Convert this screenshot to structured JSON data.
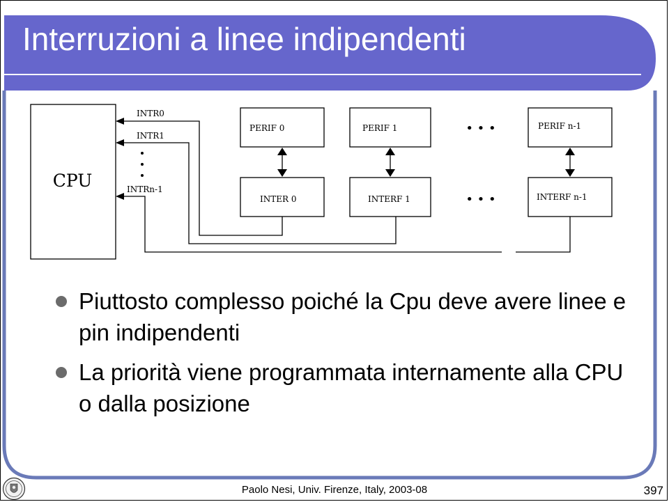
{
  "slide": {
    "title": "Interruzioni a linee indipendenti",
    "bullets": [
      "Piuttosto complesso poiché la Cpu deve avere linee e pin indipendenti",
      "La priorità viene programmata internamente alla CPU o dalla posizione"
    ],
    "footer": "Paolo Nesi, Univ. Firenze, Italy, 2003-08",
    "page_number": "397"
  },
  "diagram": {
    "cpu_label": "CPU",
    "lines": [
      "INTR0",
      "INTR1",
      "INTRn-1"
    ],
    "peripherals": [
      "PERIF 0",
      "PERIF 1",
      "PERIF n-1"
    ],
    "interfaces": [
      "INTER 0",
      "INTERF 1",
      "INTERF n-1"
    ],
    "ellipsis": "• • •"
  },
  "colors": {
    "title_bar": "#6666cc",
    "bullet": "#6b6b6b",
    "text": "#000000"
  }
}
